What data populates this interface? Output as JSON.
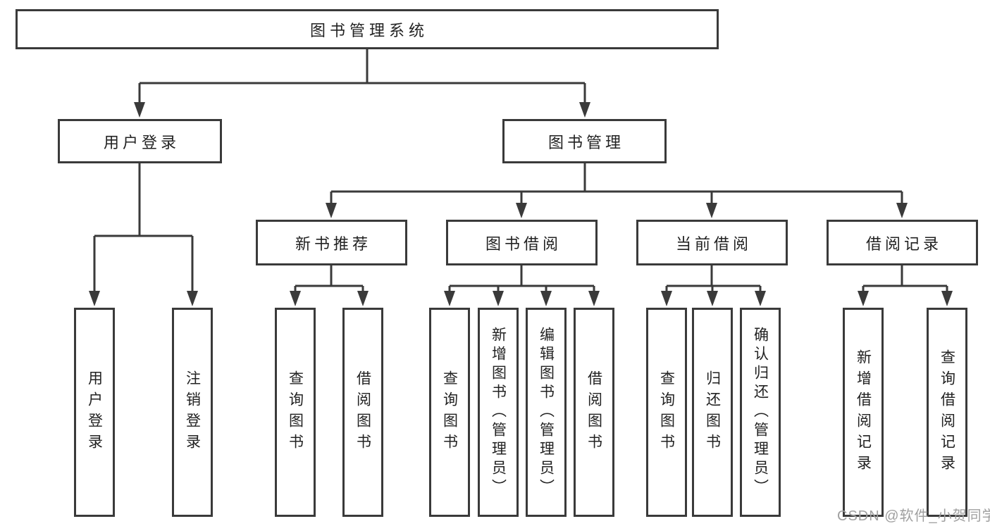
{
  "diagram": {
    "root": {
      "label": "图书管理系统"
    },
    "branches": [
      {
        "label": "用户登录",
        "children": [
          "用户登录",
          "注销登录"
        ]
      },
      {
        "label": "图书管理",
        "children": [
          {
            "label": "新书推荐",
            "children": [
              "查询图书",
              "借阅图书"
            ]
          },
          {
            "label": "图书借阅",
            "children": [
              "查询图书",
              "新增图书（管理员）",
              "编辑图书（管理员）",
              "借阅图书"
            ]
          },
          {
            "label": "当前借阅",
            "children": [
              "查询图书",
              "归还图书",
              "确认归还（管理员）"
            ]
          },
          {
            "label": "借阅记录",
            "children": [
              "新增借阅记录",
              "查询借阅记录"
            ]
          }
        ]
      }
    ]
  },
  "watermark": {
    "text": "CSDN @软件_小贺同学"
  },
  "colors": {
    "line": "#3a3a3a",
    "text": "#222222",
    "background": "#ffffff",
    "watermark": "#a0a0a0"
  }
}
